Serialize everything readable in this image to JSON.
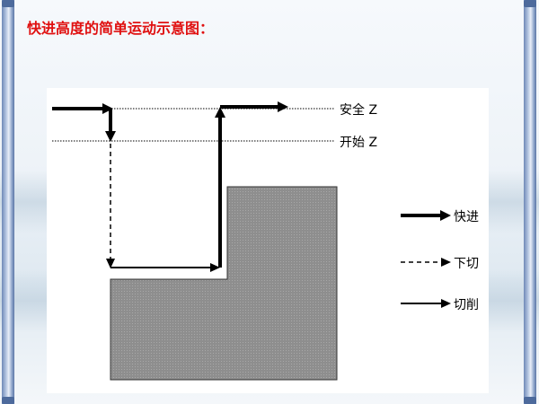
{
  "title": "快进高度的简单运动示意图：",
  "levels": {
    "safe_z": "安全 Z",
    "start_z": "开始 Z"
  },
  "legend": {
    "rapid": "快进",
    "plunge": "下切",
    "cut": "切削"
  },
  "colors": {
    "title": "#e01010",
    "workpiece_fill": "#8c8c8c",
    "line": "#000000"
  }
}
